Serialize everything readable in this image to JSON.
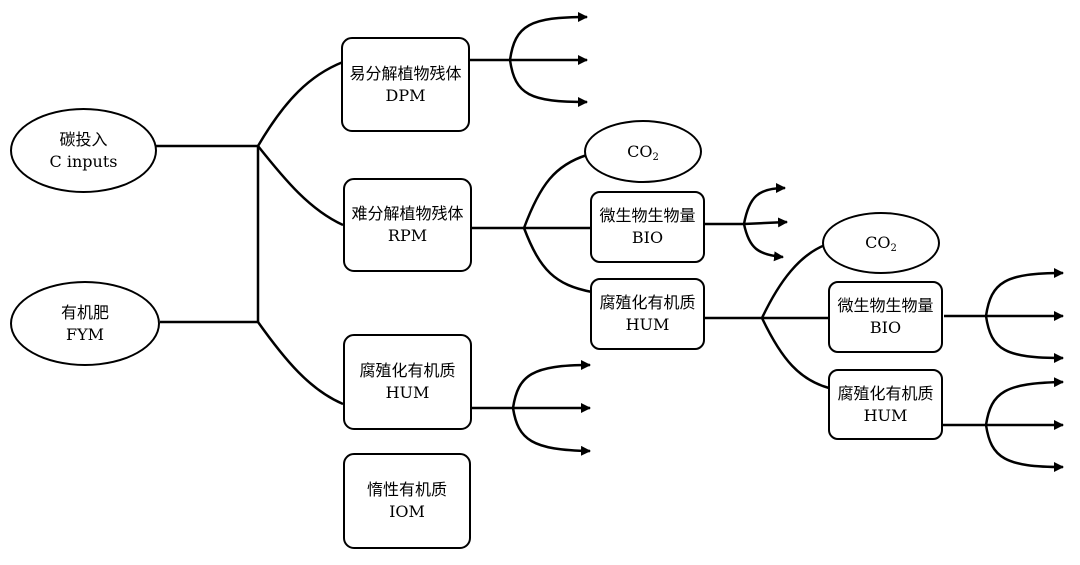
{
  "nodes": {
    "c_inputs": {
      "cn": "碳投入",
      "en": "C inputs"
    },
    "fym": {
      "cn": "有机肥",
      "en": "FYM"
    },
    "dpm": {
      "cn": "易分解植物残体",
      "en": "DPM"
    },
    "rpm": {
      "cn": "难分解植物残体",
      "en": "RPM"
    },
    "hum_1": {
      "cn": "腐殖化有机质",
      "en": "HUM"
    },
    "iom": {
      "cn": "惰性有机质",
      "en": "IOM"
    },
    "co2_1": {
      "main": "CO",
      "sub": "2"
    },
    "bio_1": {
      "cn": "微生物生物量",
      "en": "BIO"
    },
    "hum_2": {
      "cn": "腐殖化有机质",
      "en": "HUM"
    },
    "co2_2": {
      "main": "CO",
      "sub": "2"
    },
    "bio_2": {
      "cn": "微生物生物量",
      "en": "BIO"
    },
    "hum_3": {
      "cn": "腐殖化有机质",
      "en": "HUM"
    }
  }
}
